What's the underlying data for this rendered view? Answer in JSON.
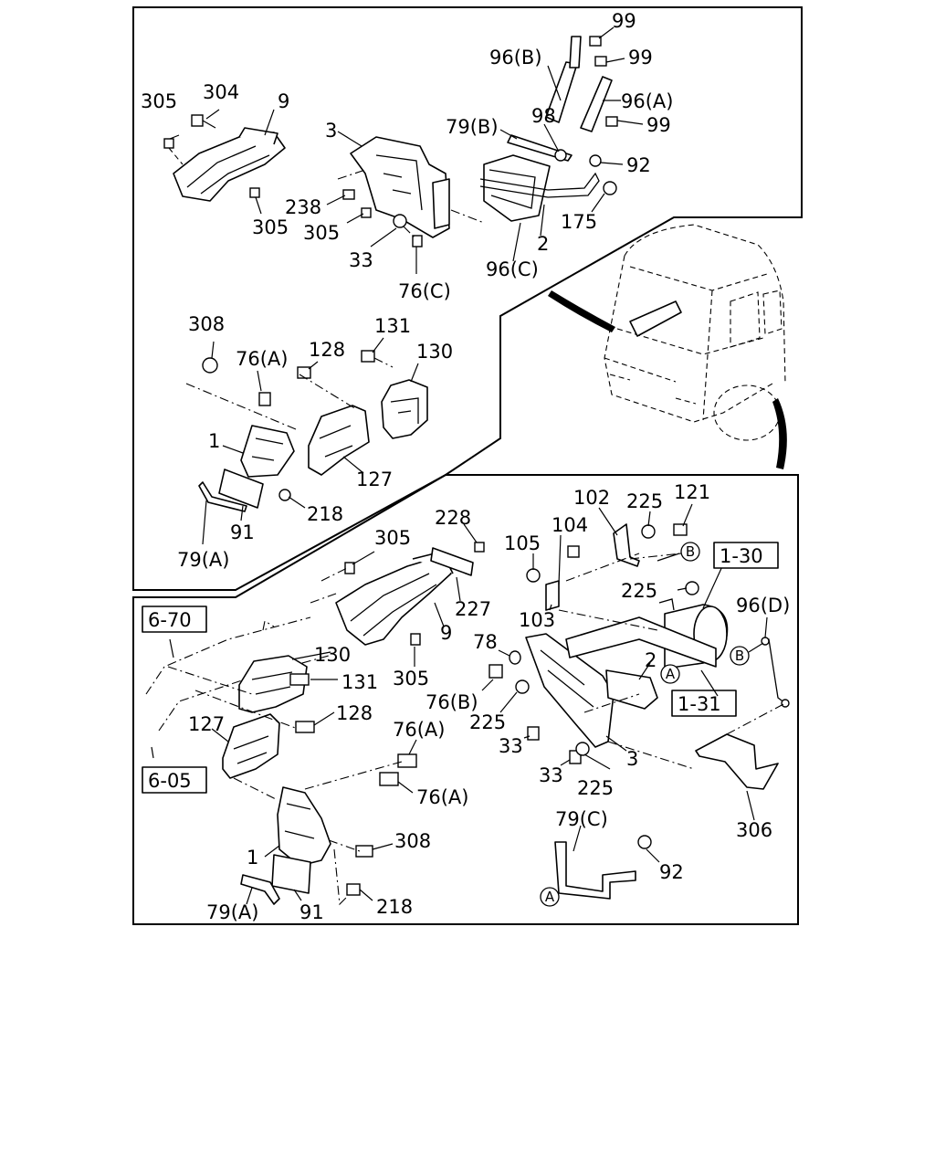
{
  "diagram": {
    "upper_labels": [
      {
        "id": "u99a",
        "text": "99"
      },
      {
        "id": "u96b",
        "text": "96(B)"
      },
      {
        "id": "u99b",
        "text": "99"
      },
      {
        "id": "u96a",
        "text": "96(A)"
      },
      {
        "id": "u99c",
        "text": "99"
      },
      {
        "id": "u305a",
        "text": "305"
      },
      {
        "id": "u304",
        "text": "304"
      },
      {
        "id": "u9",
        "text": "9"
      },
      {
        "id": "u3",
        "text": "3"
      },
      {
        "id": "u79b",
        "text": "79(B)"
      },
      {
        "id": "u98",
        "text": "98"
      },
      {
        "id": "u92",
        "text": "92"
      },
      {
        "id": "u238",
        "text": "238"
      },
      {
        "id": "u305b",
        "text": "305"
      },
      {
        "id": "u305c",
        "text": "305"
      },
      {
        "id": "u175",
        "text": "175"
      },
      {
        "id": "u2",
        "text": "2"
      },
      {
        "id": "u33",
        "text": "33"
      },
      {
        "id": "u96c",
        "text": "96(C)"
      },
      {
        "id": "u76c",
        "text": "76(C)"
      },
      {
        "id": "u308",
        "text": "308"
      },
      {
        "id": "u76a",
        "text": "76(A)"
      },
      {
        "id": "u128",
        "text": "128"
      },
      {
        "id": "u131",
        "text": "131"
      },
      {
        "id": "u130",
        "text": "130"
      },
      {
        "id": "u1",
        "text": "1"
      },
      {
        "id": "u127",
        "text": "127"
      },
      {
        "id": "u218",
        "text": "218"
      },
      {
        "id": "u91",
        "text": "91"
      },
      {
        "id": "u79a",
        "text": "79(A)"
      }
    ],
    "lower_labels": [
      {
        "id": "l305a",
        "text": "305"
      },
      {
        "id": "l228",
        "text": "228"
      },
      {
        "id": "l227",
        "text": "227"
      },
      {
        "id": "l9",
        "text": "9"
      },
      {
        "id": "l305b",
        "text": "305"
      },
      {
        "id": "l102",
        "text": "102"
      },
      {
        "id": "l225a",
        "text": "225"
      },
      {
        "id": "l121",
        "text": "121"
      },
      {
        "id": "l105",
        "text": "105"
      },
      {
        "id": "l104",
        "text": "104"
      },
      {
        "id": "l103",
        "text": "103"
      },
      {
        "id": "l225b",
        "text": "225"
      },
      {
        "id": "l96d",
        "text": "96(D)"
      },
      {
        "id": "l78",
        "text": "78"
      },
      {
        "id": "l130",
        "text": "130"
      },
      {
        "id": "l131",
        "text": "131"
      },
      {
        "id": "l76b",
        "text": "76(B)"
      },
      {
        "id": "l2",
        "text": "2"
      },
      {
        "id": "l128",
        "text": "128"
      },
      {
        "id": "l225c",
        "text": "225"
      },
      {
        "id": "l127",
        "text": "127"
      },
      {
        "id": "l76a1",
        "text": "76(A)"
      },
      {
        "id": "l33a",
        "text": "33"
      },
      {
        "id": "l3",
        "text": "3"
      },
      {
        "id": "l33b",
        "text": "33"
      },
      {
        "id": "l225d",
        "text": "225"
      },
      {
        "id": "l76a2",
        "text": "76(A)"
      },
      {
        "id": "l306",
        "text": "306"
      },
      {
        "id": "l79c",
        "text": "79(C)"
      },
      {
        "id": "l308",
        "text": "308"
      },
      {
        "id": "l1",
        "text": "1"
      },
      {
        "id": "l92",
        "text": "92"
      },
      {
        "id": "l79a",
        "text": "79(A)"
      },
      {
        "id": "l91",
        "text": "91"
      },
      {
        "id": "l218",
        "text": "218"
      }
    ],
    "section_refs": [
      {
        "id": "ref130",
        "text": "1-30"
      },
      {
        "id": "ref131",
        "text": "1-31"
      },
      {
        "id": "ref670",
        "text": "6-70"
      },
      {
        "id": "ref605",
        "text": "6-05"
      }
    ],
    "connection_markers": [
      {
        "id": "mB1",
        "text": "B"
      },
      {
        "id": "mB2",
        "text": "B"
      },
      {
        "id": "mA1",
        "text": "A"
      },
      {
        "id": "mA2",
        "text": "A"
      }
    ]
  }
}
